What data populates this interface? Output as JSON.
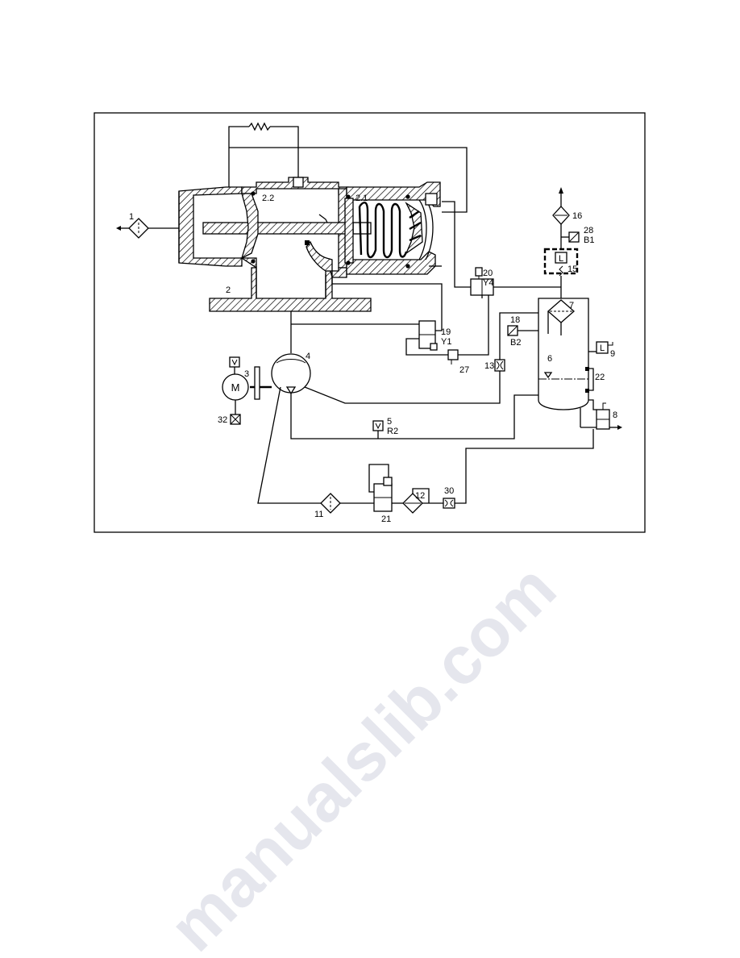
{
  "labels": {
    "c1": "1",
    "c2": "2",
    "c2_1": "2.1",
    "c2_2": "2.2",
    "c3": "3",
    "c4": "4",
    "c5": "5",
    "r2": "R2",
    "c6": "6",
    "c7": "7",
    "c8": "8",
    "c9": "9",
    "c11": "11",
    "c12": "12",
    "c13": "13",
    "c15": "15",
    "c16": "16",
    "c18": "18",
    "b2": "B2",
    "c19": "19",
    "y1": "Y1",
    "c20": "20",
    "y4": "Y4",
    "c21": "21",
    "c22": "22",
    "c27": "27",
    "c28": "28",
    "b1": "B1",
    "c30": "30",
    "c32": "32"
  },
  "symbols": {
    "motor": "M",
    "level_switch_9": "L",
    "level_switch_15": "L"
  },
  "watermark": "manualslib.com",
  "icons": {
    "air_inlet_filter": "filter-diamond-icon",
    "motor": "motor-icon",
    "compressor": "compressor-element-icon",
    "separator_tank": "separator-vessel-icon",
    "solenoid_valve": "solenoid-valve-icon",
    "spring": "compression-spring-icon"
  },
  "colors": {
    "line": "#000000",
    "background": "#ffffff",
    "watermark": "#c6cad8"
  }
}
